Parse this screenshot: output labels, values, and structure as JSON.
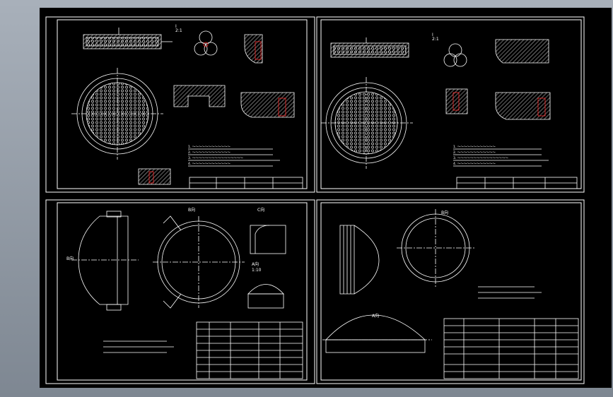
{
  "sheets": [
    {
      "id": "tube-sheet-a",
      "detail_scale": "2:1",
      "view_letter": "I",
      "notes": [
        "1. ～～～～～～～～～～～～",
        "2. ～～～～～～～～～～～～",
        "3. ～～～～～～～～～～～～～～～～",
        "4. ～～～～～～～～～～～～"
      ]
    },
    {
      "id": "tube-sheet-b",
      "detail_scale": "2:1",
      "view_letter": "I",
      "notes": [
        "1. ～～～～～～～～～～～～",
        "2. ～～～～～～～～～～～～",
        "3. ～～～～～～～～～～～～～～～～",
        "4. ～～～～～～～～～～～～"
      ]
    },
    {
      "id": "head-assembly-c",
      "view_b": "B向",
      "view_c": "C向",
      "view_a": "A向",
      "scale_a": "1:10",
      "side_label": "B向"
    },
    {
      "id": "head-d",
      "view_b": "B向",
      "view_a": "A向"
    }
  ],
  "colors": {
    "frame": "#ffffff",
    "line": "#ffffff",
    "hatch": "#ffffff",
    "accent": "#ff2a2a",
    "centerline": "#ffffff"
  }
}
